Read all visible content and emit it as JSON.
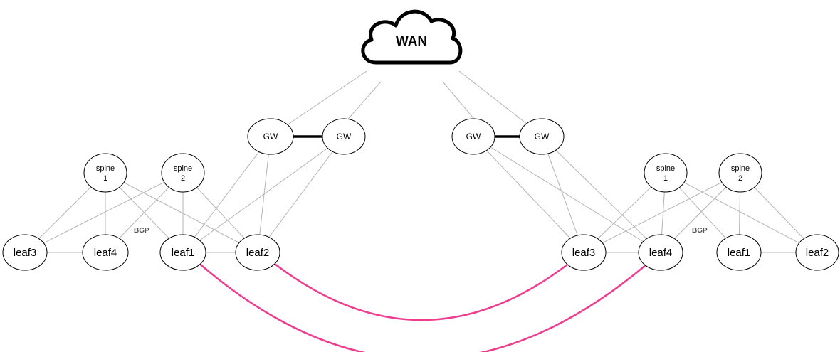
{
  "wan": {
    "label": "WAN"
  },
  "left_fabric": {
    "gateways": [
      "GW",
      "GW"
    ],
    "spines": [
      {
        "line1": "spine",
        "line2": "1"
      },
      {
        "line1": "spine",
        "line2": "2"
      }
    ],
    "leaves": [
      "leaf3",
      "leaf4",
      "leaf1",
      "leaf2"
    ],
    "bgp_label": "BGP"
  },
  "right_fabric": {
    "gateways": [
      "GW",
      "GW"
    ],
    "spines": [
      {
        "line1": "spine",
        "line2": "1"
      },
      {
        "line1": "spine",
        "line2": "2"
      }
    ],
    "leaves": [
      "leaf3",
      "leaf4",
      "leaf1",
      "leaf2"
    ],
    "bgp_label": "BGP"
  },
  "colors": {
    "inter_dc_link": "#ee3d8f",
    "gw_peer_link": "#000000",
    "fabric_link": "#b4b4b4"
  }
}
